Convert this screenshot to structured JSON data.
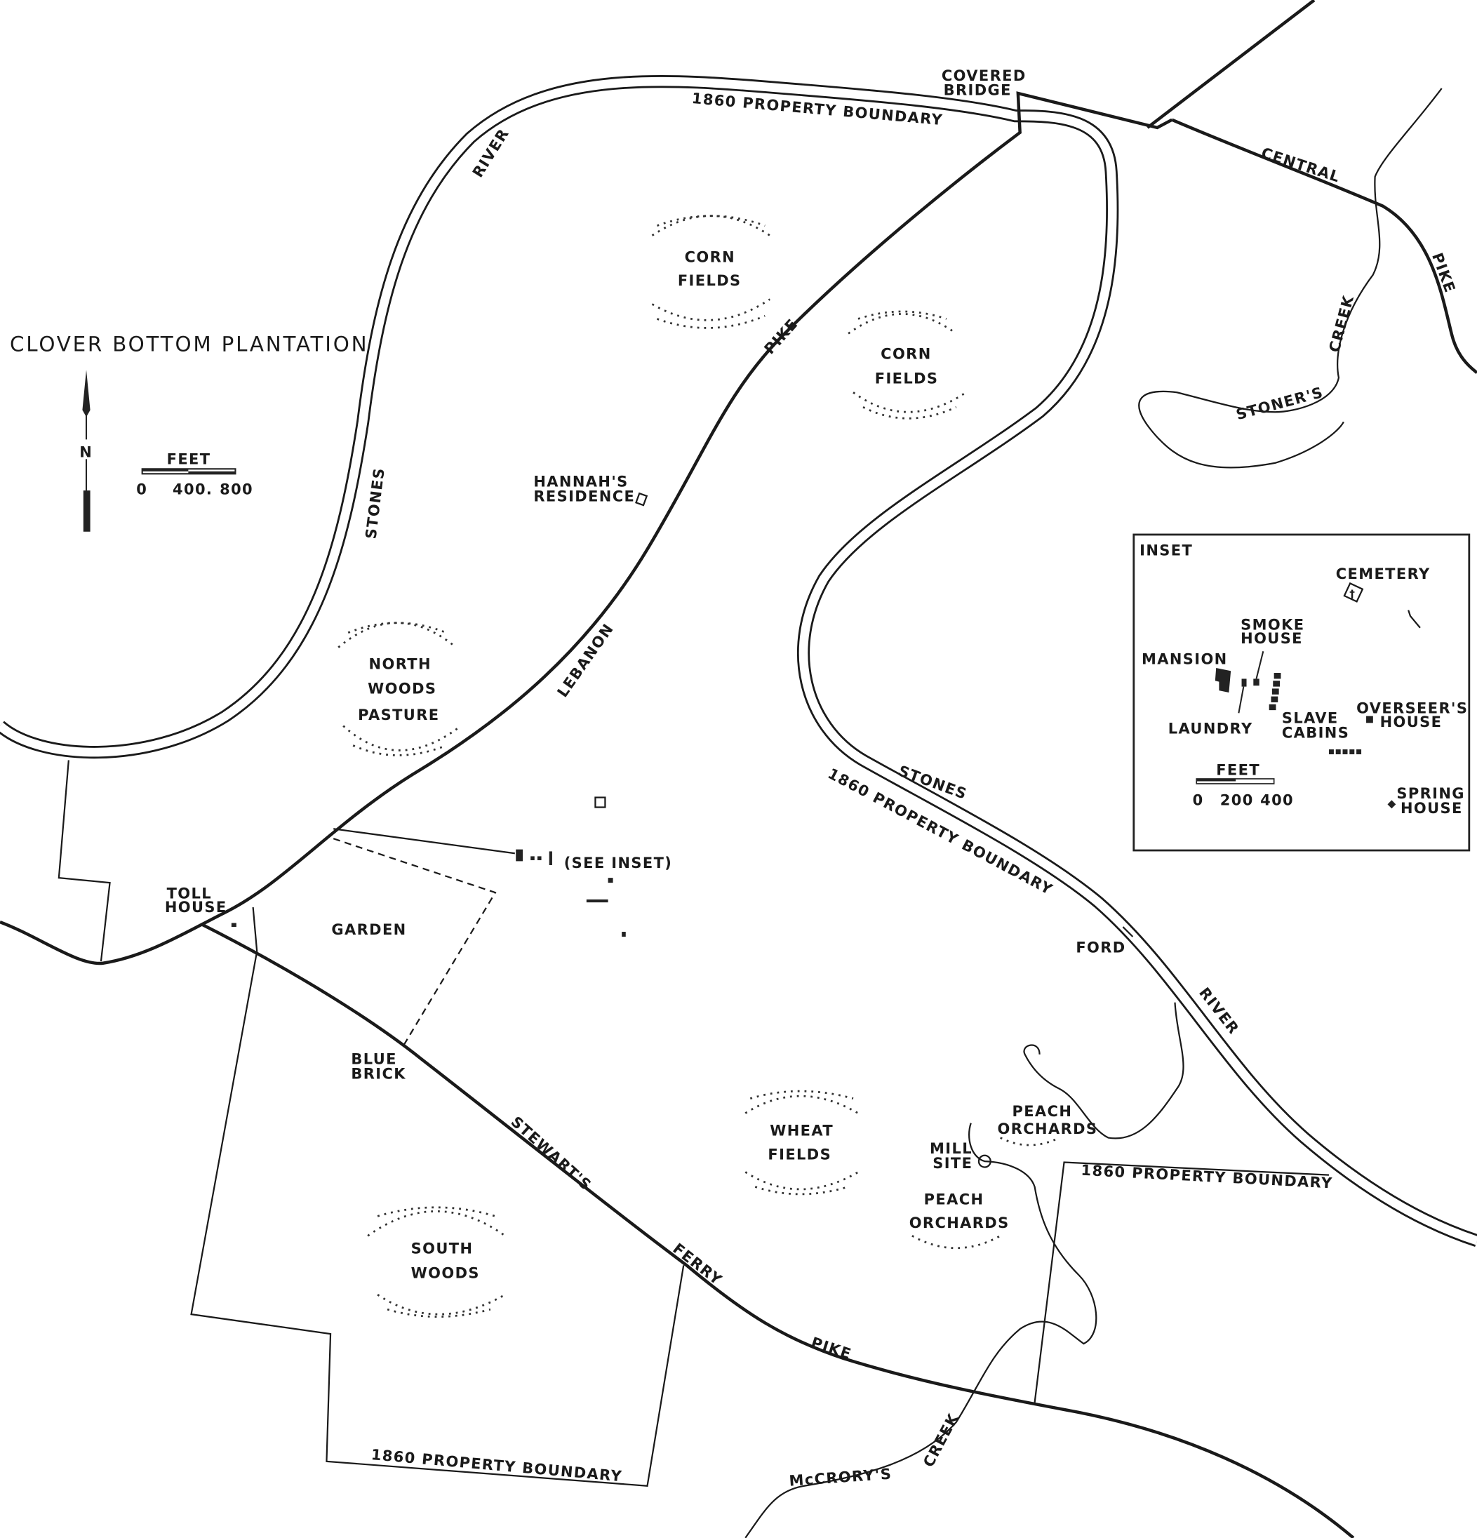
{
  "title": "CLOVER BOTTOM PLANTATION",
  "north_label": "N",
  "scale": {
    "unit": "FEET",
    "ticks": [
      "0",
      "400.",
      "800"
    ]
  },
  "labels": {
    "covered_bridge": [
      "COVERED",
      "BRIDGE"
    ],
    "property_boundary": "1860 PROPERTY BOUNDARY",
    "river": "RIVER",
    "stones": "STONES",
    "central": "CENTRAL",
    "pike": "PIKE",
    "creek": "CREEK",
    "stoners": "STONER'S",
    "lebanon": "LEBANON",
    "hannahs_residence": [
      "HANNAH'S",
      "RESIDENCE"
    ],
    "corn_fields": [
      "CORN",
      "FIELDS"
    ],
    "north_woods_pasture": [
      "NORTH",
      "WOODS",
      "PASTURE"
    ],
    "see_inset": "(SEE INSET)",
    "toll_house": [
      "TOLL",
      "HOUSE"
    ],
    "garden": "GARDEN",
    "ford": "FORD",
    "blue_brick": [
      "BLUE",
      "BRICK"
    ],
    "stewarts": "STEWART'S",
    "ferry": "FERRY",
    "wheat_fields": [
      "WHEAT",
      "FIELDS"
    ],
    "peach_orchards": [
      "PEACH",
      "ORCHARDS"
    ],
    "mill_site": [
      "MILL",
      "SITE"
    ],
    "south_woods": [
      "SOUTH",
      "WOODS"
    ],
    "mccrorys": "McCRORY'S"
  },
  "inset": {
    "title": "INSET",
    "cemetery": "CEMETERY",
    "smoke_house": [
      "SMOKE",
      "HOUSE"
    ],
    "mansion": "MANSION",
    "laundry": "LAUNDRY",
    "slave_cabins": [
      "SLAVE",
      "CABINS"
    ],
    "overseers_house": [
      "OVERSEER'S",
      "HOUSE"
    ],
    "spring_house": [
      "SPRING",
      "HOUSE"
    ],
    "scale": {
      "unit": "FEET",
      "ticks": [
        "0",
        "200",
        "400"
      ]
    }
  }
}
